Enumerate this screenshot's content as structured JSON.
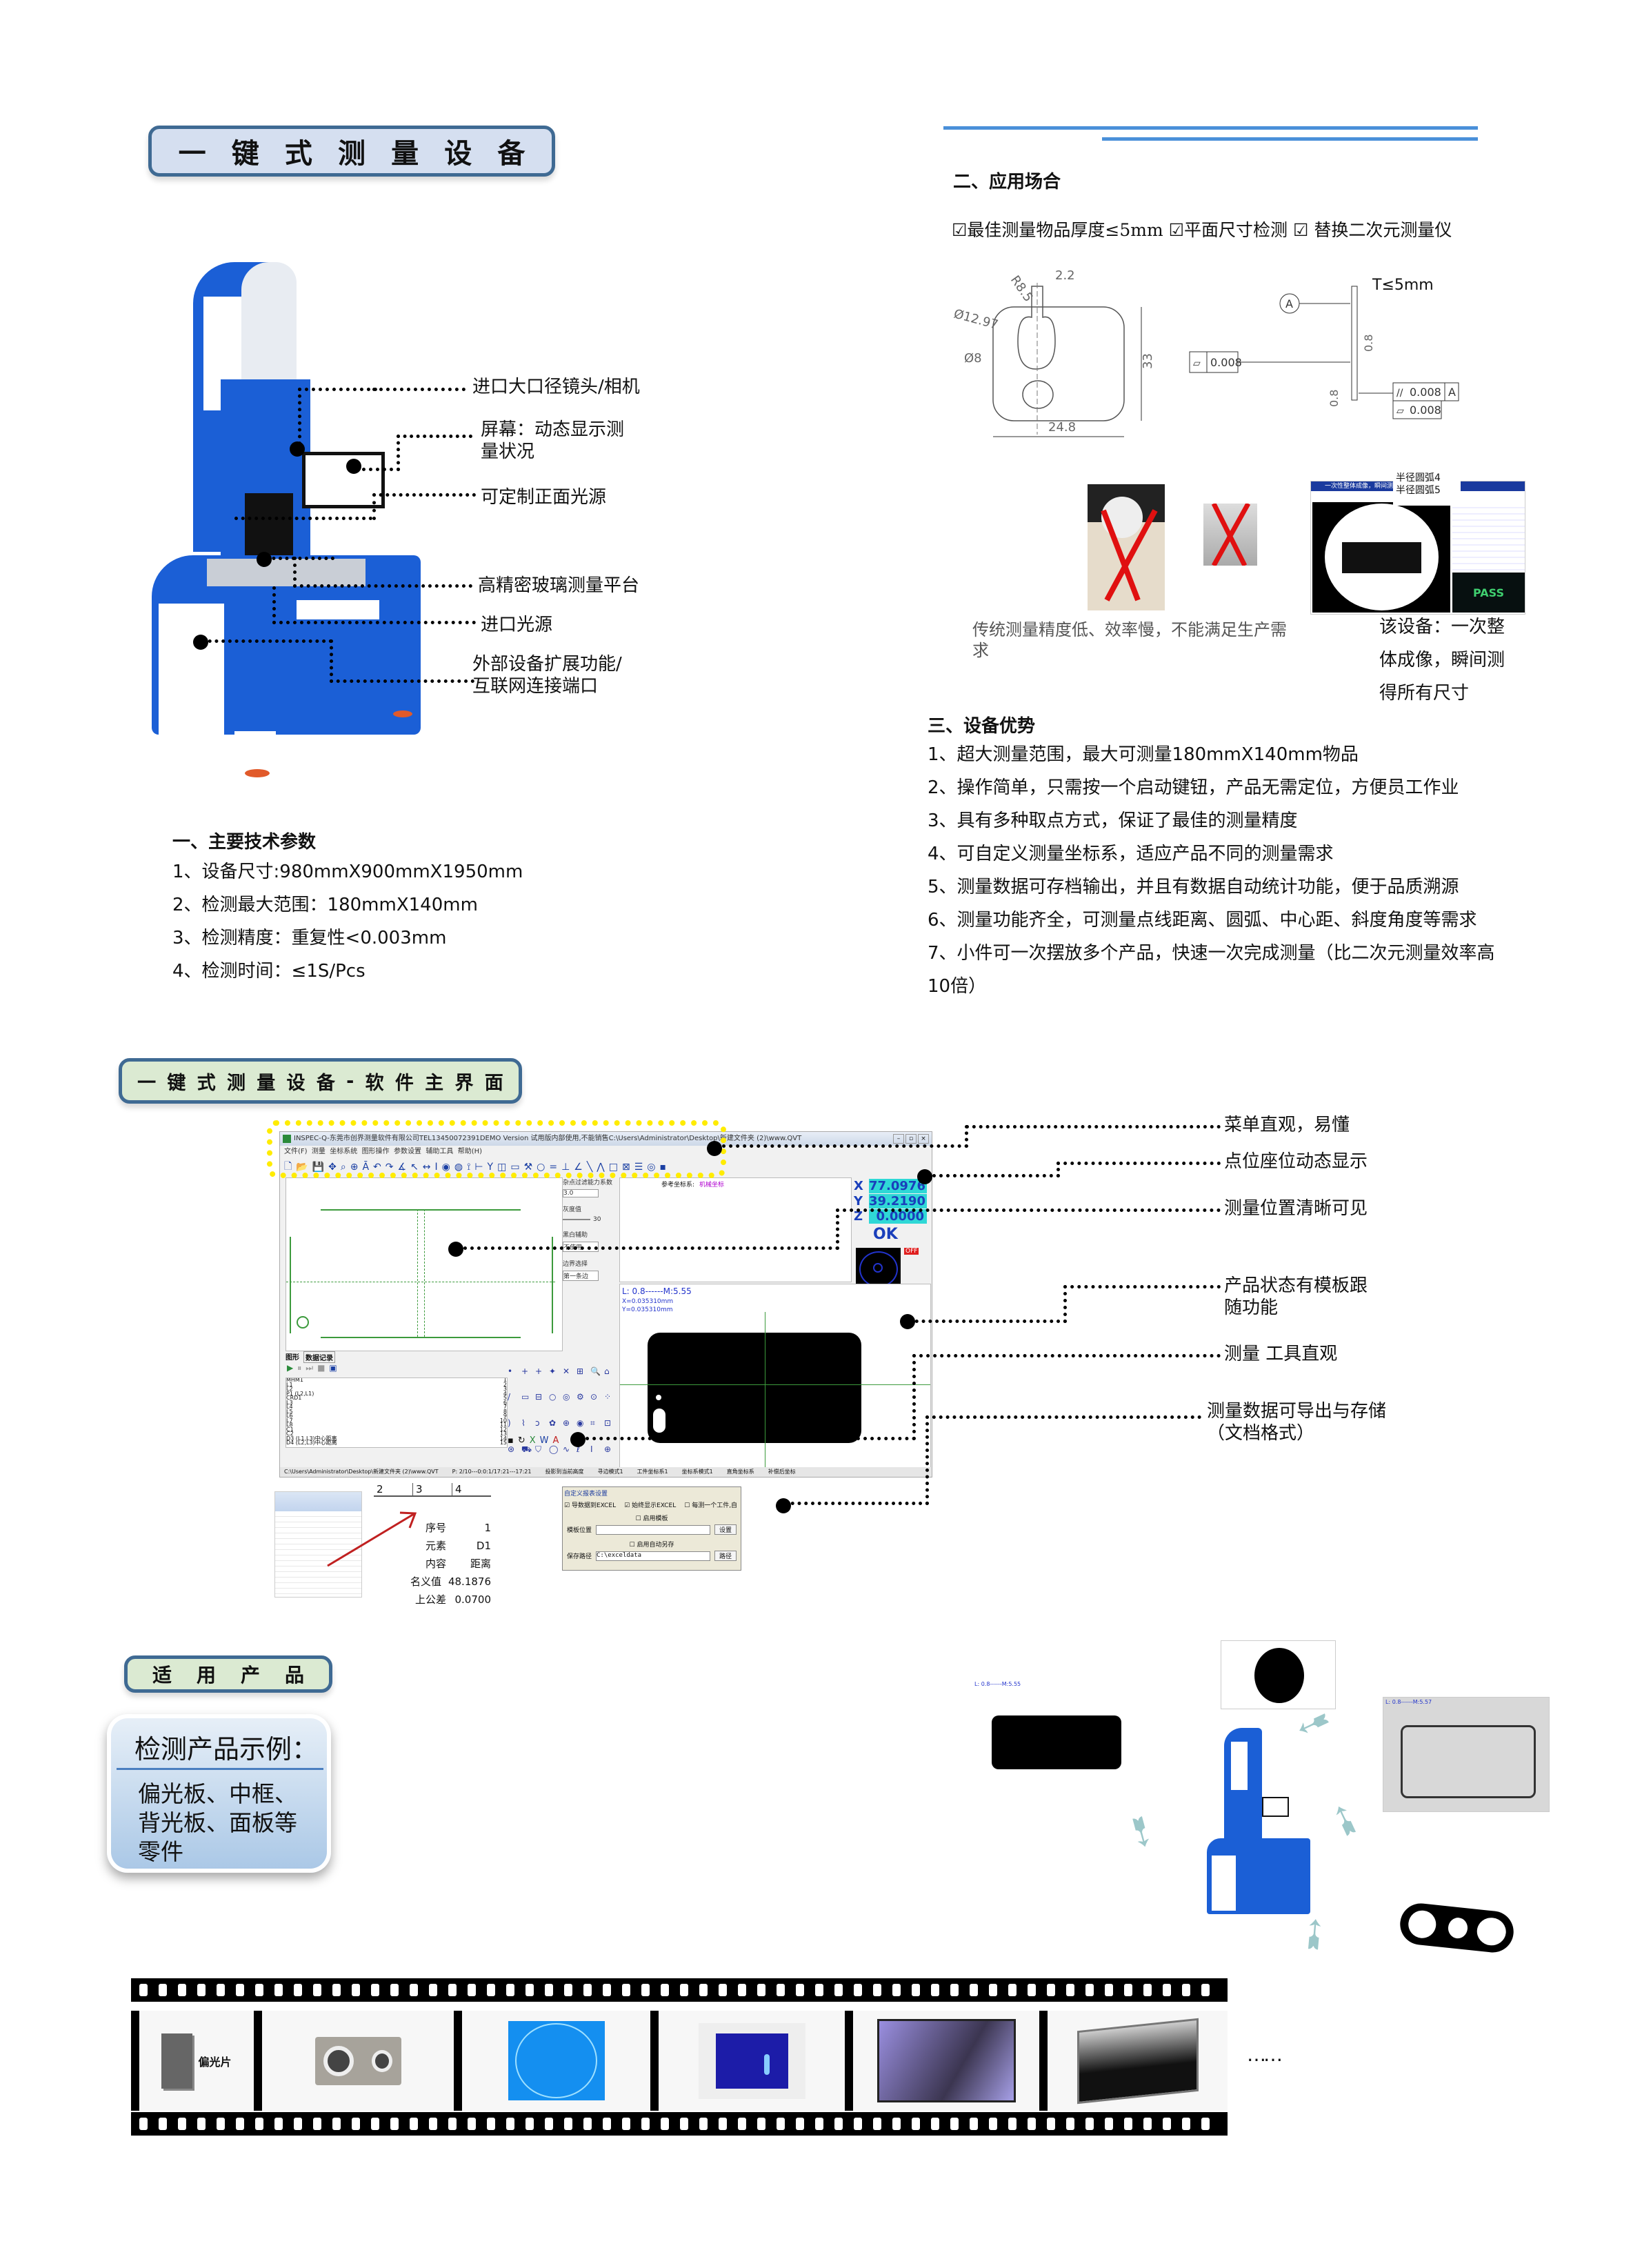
{
  "header": {
    "main_title_chars": [
      "一",
      "键",
      "式",
      "测",
      "量",
      "设",
      "备"
    ]
  },
  "machine_callouts": [
    {
      "label": "进口大口径镜头/相机"
    },
    {
      "label": "屏幕：动态显示测量状况"
    },
    {
      "label": "可定制正面光源"
    },
    {
      "label": "高精密玻璃测量平台"
    },
    {
      "label": "进口光源"
    },
    {
      "label": "外部设备扩展功能/互联网连接端口"
    }
  ],
  "tech_params": {
    "heading": "一、主要技术参数",
    "items": [
      "1、设备尺寸:980mmX900mmX1950mm",
      "2、检测最大范围：180mmX140mm",
      "3、检测精度：重复性<0.003mm",
      "4、检测时间：≤1S/Pcs"
    ]
  },
  "application": {
    "heading": "二、应用场合",
    "checks": [
      "☑最佳测量物品厚度≤5mm",
      "☑平面尺寸检测",
      "☑ 替换二次元测量仪"
    ],
    "drawing_left": {
      "dims": [
        "R8.5",
        "2.2",
        "Ø12.97",
        "Ø8",
        "33",
        "24.8"
      ]
    },
    "drawing_right": {
      "thickness": "T≤5mm",
      "datum": "A",
      "roughness": [
        "0.8",
        "0.8"
      ],
      "tolerance_flatness": "0.008",
      "tolerance_parallel": "0.008",
      "parallel_datum": "A",
      "tolerance_flatness_2": "0.008"
    },
    "traditional_caption": "传统测量精度低、效率慢，不能满足生产需求",
    "device_caption_lines": [
      "该设备：一次整",
      "体成像，瞬间测",
      "得所有尺寸"
    ],
    "screenshot_banner": "一次性整体成像，瞬间测",
    "screenshot_popup": [
      "半径圆弧4",
      "半径圆弧5"
    ],
    "pass_label": "PASS"
  },
  "advantages": {
    "heading": "三、设备优势",
    "items": [
      "1、超大测量范围，最大可测量180mmX140mm物品",
      "2、操作简单，只需按一个启动键钮，产品无需定位，方便员工作业",
      "3、具有多种取点方式，保证了最佳的测量精度",
      "4、可自定义测量坐标系，适应产品不同的测量需求",
      "5、测量数据可存档输出，并且有数据自动统计功能，便于品质溯源",
      "6、测量功能齐全，可测量点线距离、圆弧、中心距、斜度角度等需求",
      "7、小件可一次摆放多个产品，快速一次完成测量（比二次元测量效率高",
      "10倍）"
    ]
  },
  "software_section": {
    "title_chars": [
      "一",
      "键",
      "式",
      "测",
      "量",
      "设",
      "备",
      "-",
      "软",
      "件",
      "主",
      "界",
      "面"
    ],
    "window_title": "INSPEC-Q-东莞市创界测量软件有限公司TEL13450072391DEMO Version 试用版内部使用,不能销售C:\\Users\\Administrator\\Desktop\\新建文件夹 (2)\\www.QVT",
    "menu": [
      "文件(F)",
      "测量",
      "坐标系统",
      "图形操作",
      "参数设置",
      "辅助工具",
      "帮助(H)"
    ],
    "coords": {
      "x_label": "X",
      "x": "77.0976",
      "y_label": "Y",
      "y": "39.2190",
      "z_label": "Z",
      "z": "0.0000",
      "status": "OK"
    },
    "side_controls": {
      "noise_label": "杂点过滤能力系数",
      "noise_value": "3.0",
      "gray_label": "灰度值",
      "gray_value": "30",
      "bw_label": "黑白辅助",
      "bw_value": "不使用",
      "edge_label": "边界选择",
      "edge_value": "第一条边"
    },
    "ref_coord_label": "参考坐标系:",
    "ref_coord_value": "机械坐标",
    "image_info": [
      "L: 0.8------M:5.55",
      "X=0.035310mm",
      "Y=0.035310mm"
    ],
    "tabs": [
      "图形",
      "数据记录"
    ],
    "elements": [
      "MHM1",
      "L1",
      "L2",
      "P1 (L2,L1)",
      "CRD1",
      "L3",
      "L4",
      "L5",
      "L6",
      "L7",
      "L8",
      "C1",
      "C2",
      "D3 (L1,L3)中心距离",
      "D4 (L2,L3)中心距离"
    ],
    "element_rows": [
      "1",
      "2",
      "3",
      "4",
      "5",
      "6",
      "7",
      "8",
      "9",
      "10",
      "11",
      "12",
      "13",
      "14",
      "15"
    ],
    "status_bar": [
      "C:\\Users\\Administrator\\Desktop\\新建文件夹 (2)\\www.QVT",
      "P: 2/10---0:0:1/17:21---17:21",
      "投影到当前高度",
      "寻边模式1",
      "工件坐标系1",
      "坐标系模式1",
      "直角坐标系",
      "补偿后坐标"
    ],
    "off_badge": "OFF",
    "callouts": [
      "菜单直观，易懂",
      "点位座位动态显示",
      "测量位置清晰可见",
      "产品状态有模板跟随功能",
      "测量 工具直观",
      "测量数据可导出与存储（文档格式）"
    ],
    "report_table": {
      "headers": [
        "2",
        "3",
        "4"
      ],
      "rows": [
        {
          "key": "序号",
          "value": "1"
        },
        {
          "key": "元素",
          "value": "D1"
        },
        {
          "key": "内容",
          "value": "距离"
        },
        {
          "key": "名义值",
          "value": "48.1876"
        },
        {
          "key": "上公差",
          "value": "0.0700"
        }
      ]
    },
    "report_settings": {
      "title": "自定义报表设置",
      "export_excel": "导数据到EXCEL",
      "always_show": "始终显示EXCEL",
      "per_piece": "每测一个工件,自",
      "use_template": "启用模板",
      "template_label": "模板位置",
      "template_value": "",
      "set_button": "设置",
      "auto_save": "启用自动另存",
      "save_path_label": "保存路径",
      "save_path_value": "C:\\exceldata",
      "path_button": "路径"
    }
  },
  "products": {
    "title_chars": [
      "适",
      "用",
      "产",
      "品"
    ],
    "card_title": "检测产品示例：",
    "card_body_lines": [
      "偏光板、中框、",
      "背光板、面板等",
      "零件"
    ],
    "film_frames": [
      {
        "label": "偏光片",
        "kind": "polarizer"
      },
      {
        "label": "",
        "kind": "camera-lens-cover"
      },
      {
        "label": "",
        "kind": "round-glass"
      },
      {
        "label": "",
        "kind": "blue-panel"
      },
      {
        "label": "",
        "kind": "backlight"
      },
      {
        "label": "",
        "kind": "display-panel"
      }
    ],
    "ellipsis": "……",
    "diagram_info": {
      "phone": "L: 0.8------M:5.55",
      "plate": "L: 0.8------M:5.57"
    }
  },
  "colors": {
    "brand_blue": "#1b5fd6",
    "title_border": "#3f6a93",
    "accent_line": "#4a90d9",
    "highlight_yellow": "#ffec00",
    "coord_cyan": "#2fd8d6",
    "cross_red": "#e01010"
  }
}
